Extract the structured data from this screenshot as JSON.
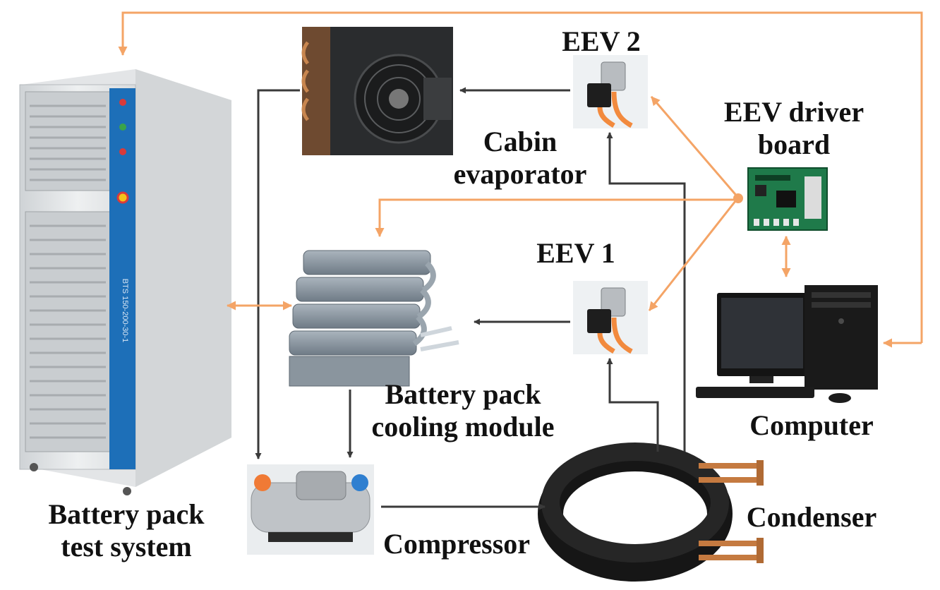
{
  "labels": {
    "test_system": [
      "Battery pack",
      "test system"
    ],
    "cabin_evaporator": [
      "Cabin",
      "evaporator"
    ],
    "eev2": "EEV 2",
    "eev1": "EEV 1",
    "driver_board": [
      "EEV driver",
      "board"
    ],
    "cooling_module": [
      "Battery pack",
      "cooling module"
    ],
    "computer": "Computer",
    "compressor": "Compressor",
    "condenser": "Condenser"
  },
  "cabinet_model_text": "BTS 150-200-30-1",
  "colors": {
    "refrigerant_line": "#3a3a3a",
    "signal_line": "#f4a466",
    "label_text": "#111111",
    "cabinet_stripe": "#1d6fb8"
  },
  "icons": [
    "test-cabinet-icon",
    "evaporator-fan-icon",
    "expansion-valve-icon",
    "driver-board-icon",
    "cooling-plate-icon",
    "computer-icon",
    "compressor-icon",
    "condenser-coil-icon"
  ]
}
